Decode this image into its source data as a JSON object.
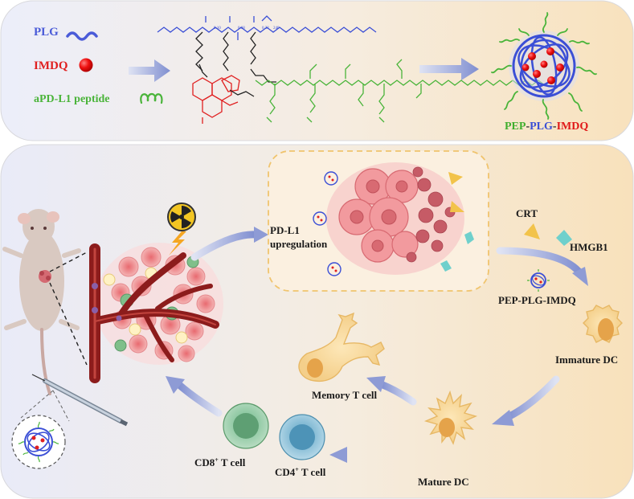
{
  "legend": {
    "plg": "PLG",
    "imdq": "IMDQ",
    "peptide": "aPD-L1 peptide"
  },
  "product": {
    "pep": "PEP",
    "plg": "PLG",
    "imdq": "IMDQ",
    "dash": "-"
  },
  "structure": {
    "sub_1": "0.10",
    "sub_2": "0.68",
    "sub_3": "0.22",
    "sub_4": "240"
  },
  "labels": {
    "pdl1_line1": "PD-L1",
    "pdl1_line2": "upregulation",
    "crt": "CRT",
    "hmgb1": "HMGB1",
    "pep_plg_imdq": "PEP-PLG-IMDQ",
    "immature_dc": "Immature DC",
    "mature_dc": "Mature DC",
    "memory_t": "Memory T cell",
    "cd8_prefix": "CD8",
    "cd4_prefix": "CD4",
    "plus": "+",
    "t_cell": " T cell"
  },
  "colors": {
    "plg_blue": "#4a5bd8",
    "imdq_red": "#e02020",
    "peptide_green": "#4ab43a",
    "top_panel_start": "#eef0fa",
    "top_panel_end": "#f7e4c2",
    "vessel": "#8c1c1c"
  },
  "icons": [
    "radiation-icon",
    "lightning-icon",
    "syringe-icon",
    "mouse-icon",
    "nanoparticle-icon"
  ]
}
